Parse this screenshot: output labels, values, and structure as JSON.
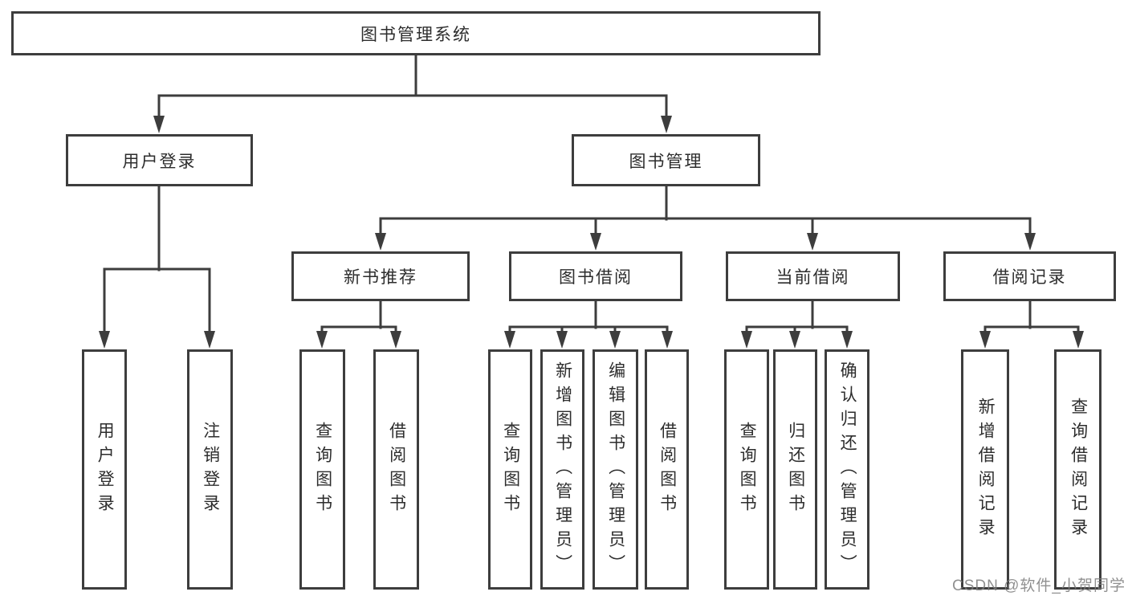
{
  "watermark": "CSDN @软件_小贺同学",
  "colors": {
    "line": "#3d3d3d",
    "text": "#2d2d2d",
    "watermark": "#7d7d7d"
  },
  "tree": {
    "root": {
      "label": "图书管理系统"
    },
    "branches": [
      {
        "label": "用户登录",
        "children": [
          {
            "label": "用户登录"
          },
          {
            "label": "注销登录"
          }
        ]
      },
      {
        "label": "图书管理",
        "children": [
          {
            "label": "新书推荐",
            "children": [
              {
                "label": "查询图书"
              },
              {
                "label": "借阅图书"
              }
            ]
          },
          {
            "label": "图书借阅",
            "children": [
              {
                "label": "查询图书"
              },
              {
                "label": "新增图书（管理员）"
              },
              {
                "label": "编辑图书（管理员）"
              },
              {
                "label": "借阅图书"
              }
            ]
          },
          {
            "label": "当前借阅",
            "children": [
              {
                "label": "查询图书"
              },
              {
                "label": "归还图书"
              },
              {
                "label": "确认归还（管理员）"
              }
            ]
          },
          {
            "label": "借阅记录",
            "children": [
              {
                "label": "新增借阅记录"
              },
              {
                "label": "查询借阅记录"
              }
            ]
          }
        ]
      }
    ]
  }
}
